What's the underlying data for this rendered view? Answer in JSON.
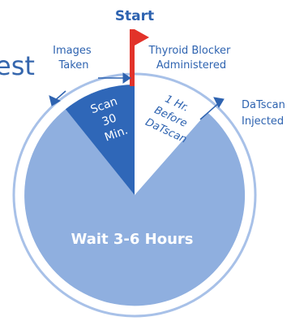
{
  "title_fragment": "est",
  "start_label": "Start",
  "labels": {
    "images_taken": [
      "Images",
      "Taken"
    ],
    "thyroid_blocker": [
      "Thyroid Blocker",
      "Administered"
    ],
    "datscan_injected": [
      "DaTscan",
      "Injected"
    ],
    "scan_segment": [
      "Scan",
      "30",
      "Min."
    ],
    "before_segment": [
      "1 Hr.",
      "Before",
      "DaTscan"
    ],
    "wait_segment": "Wait 3-6 Hours"
  },
  "colors": {
    "dark_blue": "#2f67b8",
    "light_blue": "#8fafdf",
    "ring": "#a8c1e8",
    "text_blue": "#2e63b0",
    "flag_red": "#e2332a",
    "title_blue": "#3566ad"
  },
  "icons": [
    "start-flag-icon",
    "arrowhead-icon"
  ]
}
